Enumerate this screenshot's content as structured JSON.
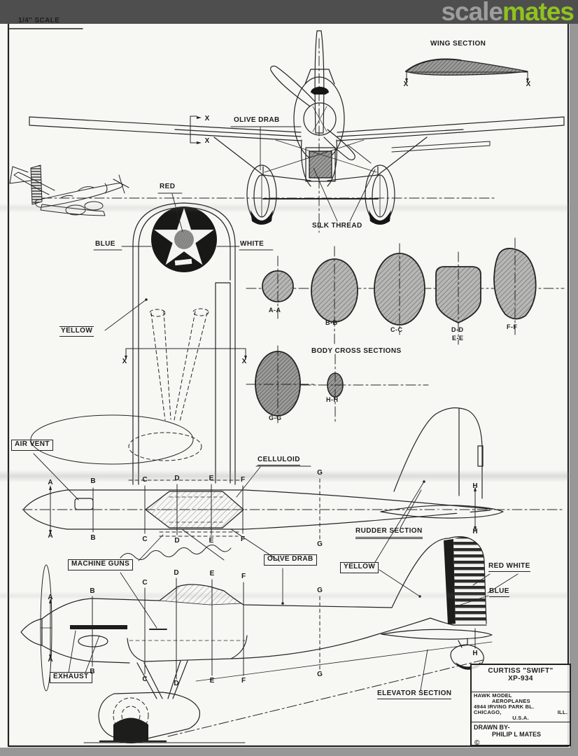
{
  "header": {
    "scale_note": "1/4\" SCALE",
    "watermark_gray": "scale",
    "watermark_green": "mates"
  },
  "letters": {
    "a": "A",
    "b": "B",
    "c": "C",
    "d": "D",
    "e": "E",
    "f": "F",
    "g": "G",
    "h": "H",
    "x": "X"
  },
  "front_view": {
    "wing_section": "WING SECTION",
    "olive_drab": "OLIVE DRAB",
    "silk_thread": "SILK THREAD"
  },
  "wing_plan": {
    "red": "RED",
    "blue": "BLUE",
    "white": "WHITE",
    "yellow": "YELLOW"
  },
  "cross_sections": {
    "title": "BODY CROSS SECTIONS",
    "aa": "A-A",
    "bb": "B-B",
    "cc": "C-C",
    "dd": "D-D",
    "ee": "E-E",
    "ff": "F-F",
    "gg": "G-G",
    "hh": "H-H"
  },
  "plan_view": {
    "air_vent": "AIR VENT",
    "celluloid": "CELLULOID",
    "rudder_section": "RUDDER SECTION"
  },
  "side_view": {
    "machine_guns": "MACHINE GUNS",
    "olive_drab": "OLIVE DRAB",
    "yellow": "YELLOW",
    "red_white": "RED WHITE",
    "blue": "BLUE",
    "exhaust": "EXHAUST",
    "elevator_section": "ELEVATOR SECTION"
  },
  "title_block": {
    "model_name": "CURTISS \"SWIFT\"",
    "model_number": "XP-934",
    "company_line1": "HAWK MODEL",
    "company_line2": "AEROPLANES",
    "address_line1": "4944 IRVING PARK BL.",
    "address_city": "CHICAGO,",
    "address_state": "ILL.",
    "address_country": "U.S.A.",
    "drawn_by": "DRAWN BY-",
    "author": "PHILIP L MATES",
    "copyright": "©"
  },
  "colors": {
    "band": "#4e4e4e",
    "logo_gray": "#9d9d9d",
    "logo_green": "#8fc31f",
    "ink": "#1d1d1d",
    "paper": "#f7f7f4"
  }
}
